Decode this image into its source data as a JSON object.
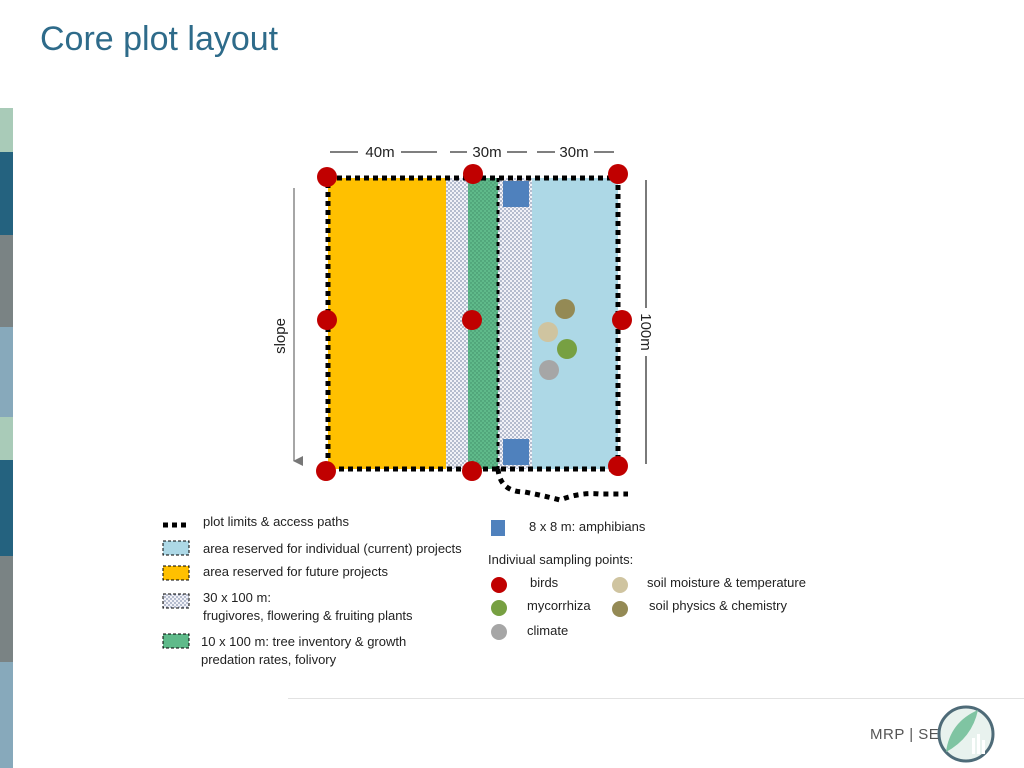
{
  "page": {
    "title": "Core plot layout"
  },
  "sidebar_colors": [
    "#a9cbb8",
    "#24627f",
    "#7a8384",
    "#87a9bb",
    "#a9cbb8",
    "#24627f",
    "#7a8384",
    "#87a9bb"
  ],
  "dimensions": {
    "w1": "40m",
    "w2": "30m",
    "w3": "30m",
    "height": "100m",
    "slope": "slope"
  },
  "colors": {
    "future": "#ffc000",
    "current": "#add8e6",
    "tree": "#5fba8a",
    "amphibian": "#4f81bd",
    "birds": "#c00000",
    "mycorrhiza": "#77a042",
    "climate": "#a6a6a6",
    "soil_moisture": "#cfc4a0",
    "soil_physics": "#948a55"
  },
  "legend": {
    "plot_limits": "plot limits & access paths",
    "current": "area reserved for individual (current) projects",
    "future": "area reserved for future projects",
    "frugivores_line1": "30 x 100 m:",
    "frugivores_line2": "frugivores, flowering & fruiting plants",
    "tree_line1": "10 x 100 m: tree inventory & growth",
    "tree_line2": "predation rates, folivory",
    "amphibians": "8 x 8 m: amphibians",
    "sampling_header": "Indiviual sampling points:",
    "birds": "birds",
    "mycorrhiza": "mycorrhiza",
    "climate": "climate",
    "soil_moisture": "soil moisture & temperature",
    "soil_physics": "soil physics & chemistry"
  },
  "footer": {
    "brand": "MRP | SE",
    "logo_icon": "leaf-globe-logo-icon"
  }
}
